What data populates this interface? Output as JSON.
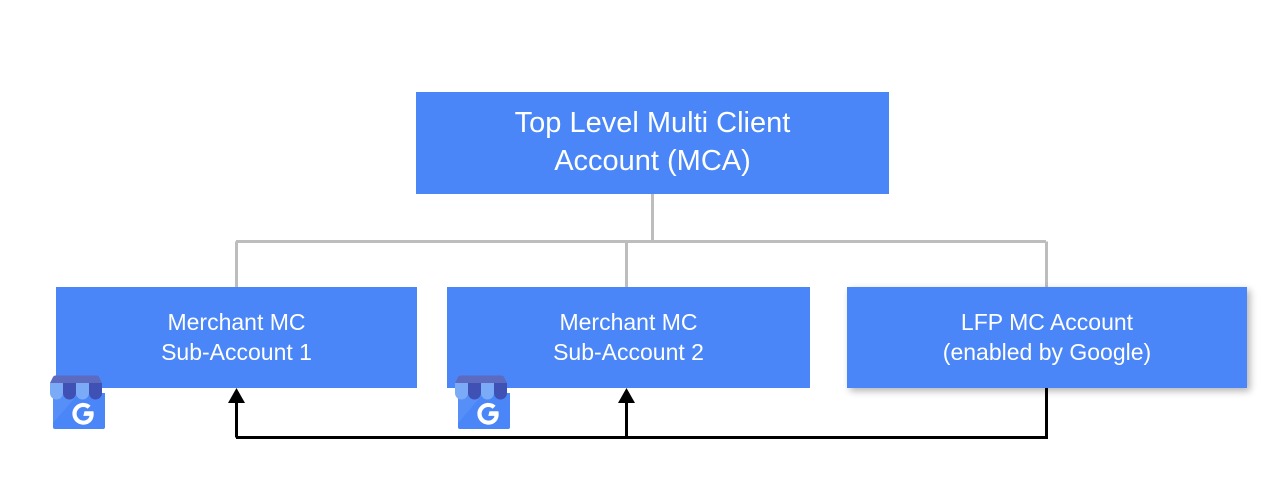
{
  "diagram": {
    "title": "Top Level Multi Client Account (MCA) hierarchy",
    "colors": {
      "node_fill": "#4a86f8",
      "node_text": "#ffffff",
      "tree_connector": "#bdbdbd",
      "flow_arrow": "#000000",
      "background": "#ffffff",
      "icon_awning_light": "#7baaf7",
      "icon_awning_dark": "#3f51b5",
      "icon_body": "#4a86f8",
      "icon_glyph": "#ffffff"
    },
    "nodes": {
      "top": {
        "line1": "Top Level Multi Client",
        "line2": "Account (MCA)"
      },
      "sub1": {
        "line1": "Merchant MC",
        "line2": "Sub-Account 1"
      },
      "sub2": {
        "line1": "Merchant MC",
        "line2": "Sub-Account 2"
      },
      "lfp": {
        "line1": "LFP MC Account",
        "line2": "(enabled by Google)"
      }
    },
    "icons": {
      "gbp_1": "google-business-profile-storefront-icon",
      "gbp_2": "google-business-profile-storefront-icon",
      "glyph": "G"
    },
    "connectors": {
      "tree": "Top Level MCA branches down to Merchant MC Sub-Account 1, Merchant MC Sub-Account 2 and LFP MC Account",
      "flow": "LFP MC Account feeds arrows up into Merchant MC Sub-Account 1 and Merchant MC Sub-Account 2"
    }
  }
}
